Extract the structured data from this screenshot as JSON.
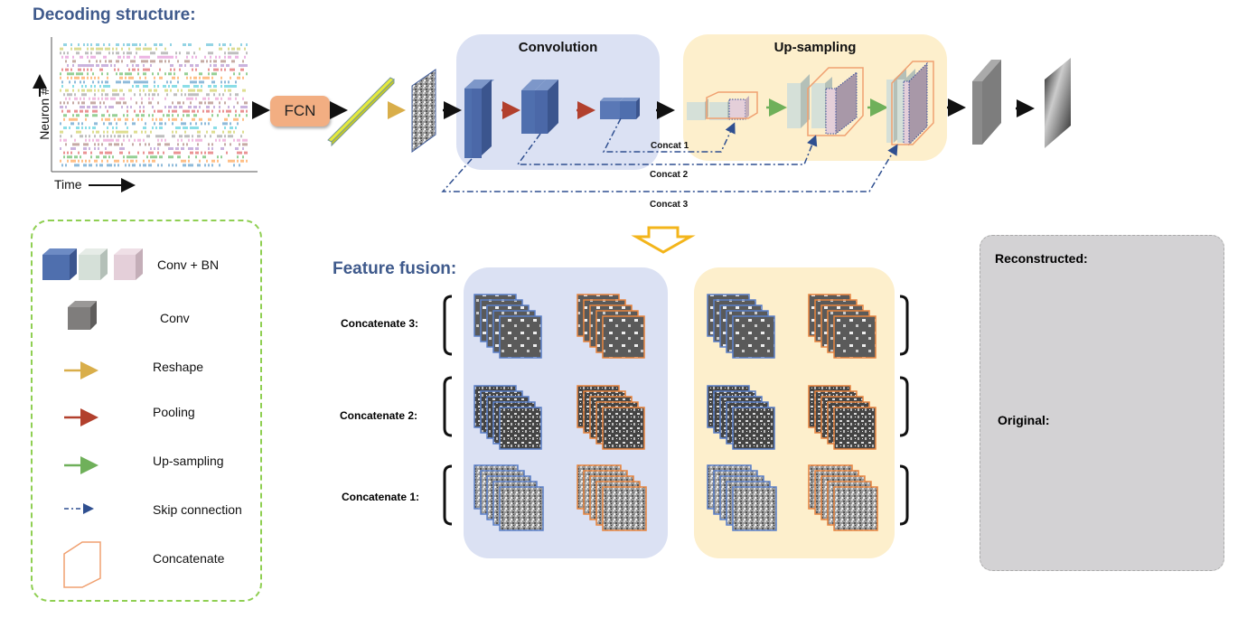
{
  "titles": {
    "decoding": "Decoding structure:",
    "fusion": "Feature fusion:"
  },
  "raster": {
    "y_axis_label": "Neuron #",
    "x_axis_label": "Time",
    "row_colors": [
      "#2aa9c9",
      "#b7b82a",
      "#7f7f7f",
      "#d869c7",
      "#8c5a4a",
      "#9467bd",
      "#d62728",
      "#2ca02c",
      "#ff7f0e",
      "#1f77b4",
      "#17becf",
      "#bcbd22",
      "#7f7f7f",
      "#e377c2",
      "#8c564b",
      "#9467bd",
      "#d62728",
      "#2ca02c",
      "#ff7f0e",
      "#1f77b4",
      "#17becf",
      "#bcbd22",
      "#7f7f7f",
      "#e377c2",
      "#8c564b",
      "#9467bd",
      "#d62728",
      "#2ca02c",
      "#ff7f0e",
      "#1f77b4"
    ]
  },
  "pipeline": {
    "fcn_label": "FCN",
    "convolution_title": "Convolution",
    "upsampling_title": "Up-sampling",
    "concat_labels": [
      "Concat 1",
      "Concat 2",
      "Concat 3"
    ]
  },
  "legend": {
    "items": [
      {
        "icon": "conv-bn-cubes-icon",
        "label": "Conv + BN"
      },
      {
        "icon": "conv-cube-icon",
        "label": "Conv"
      },
      {
        "icon": "reshape-arrow-icon",
        "label": "Reshape"
      },
      {
        "icon": "pooling-arrow-icon",
        "label": "Pooling"
      },
      {
        "icon": "upsampling-arrow-icon",
        "label": "Up-sampling"
      },
      {
        "icon": "skip-connection-arrow-icon",
        "label": "Skip connection"
      },
      {
        "icon": "concatenate-outline-icon",
        "label": "Concatenate"
      }
    ]
  },
  "fusion": {
    "rows": [
      "Concatenate 3:",
      "Concatenate 2:",
      "Concatenate 1:"
    ]
  },
  "results": {
    "reconstructed_label": "Reconstructed:",
    "original_label": "Original:"
  },
  "colors": {
    "title_blue": "#3f5a8c",
    "conv_blue": "#4f6fae",
    "pale_green": "#d5e0d8",
    "pale_pink": "#e4cfd9",
    "conv_gray": "#858585",
    "reshape_arrow": "#d9ae4a",
    "pooling_arrow": "#b2402d",
    "upsample_arrow": "#6fb05a",
    "skip_blue": "#2f4f90",
    "concat_orange": "#f0a070",
    "blue_frame": "#5a7fc8",
    "orange_frame": "#e8843e",
    "fusion_arrow": "#f3b51b"
  }
}
